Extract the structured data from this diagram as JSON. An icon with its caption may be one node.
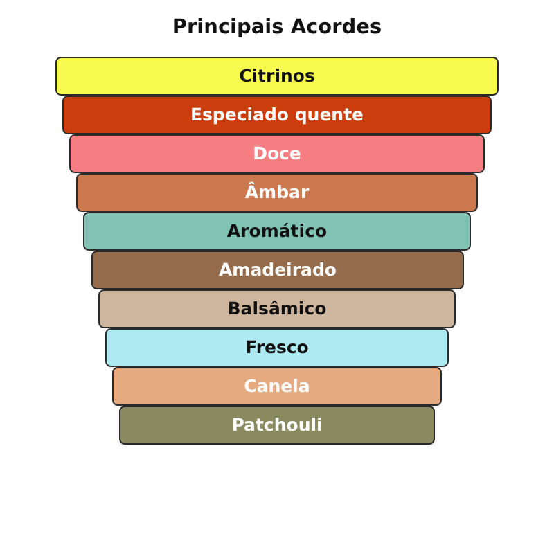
{
  "diagram": {
    "title": "Principais Acordes",
    "nodes": [
      {
        "text": [
          "Citrinos"
        ]
      },
      {
        "text": [
          "Especiado quente"
        ]
      },
      {
        "text": [
          "Doce"
        ]
      },
      {
        "text": [
          "Âmbar"
        ]
      },
      {
        "text": [
          "Aromático"
        ]
      },
      {
        "text": [
          "Amadeirado"
        ]
      },
      {
        "text": [
          "Balsâmico"
        ]
      },
      {
        "text": [
          "Fresco"
        ]
      },
      {
        "text": [
          "Canela"
        ]
      },
      {
        "text": [
          "Patchouli"
        ]
      }
    ]
  }
}
